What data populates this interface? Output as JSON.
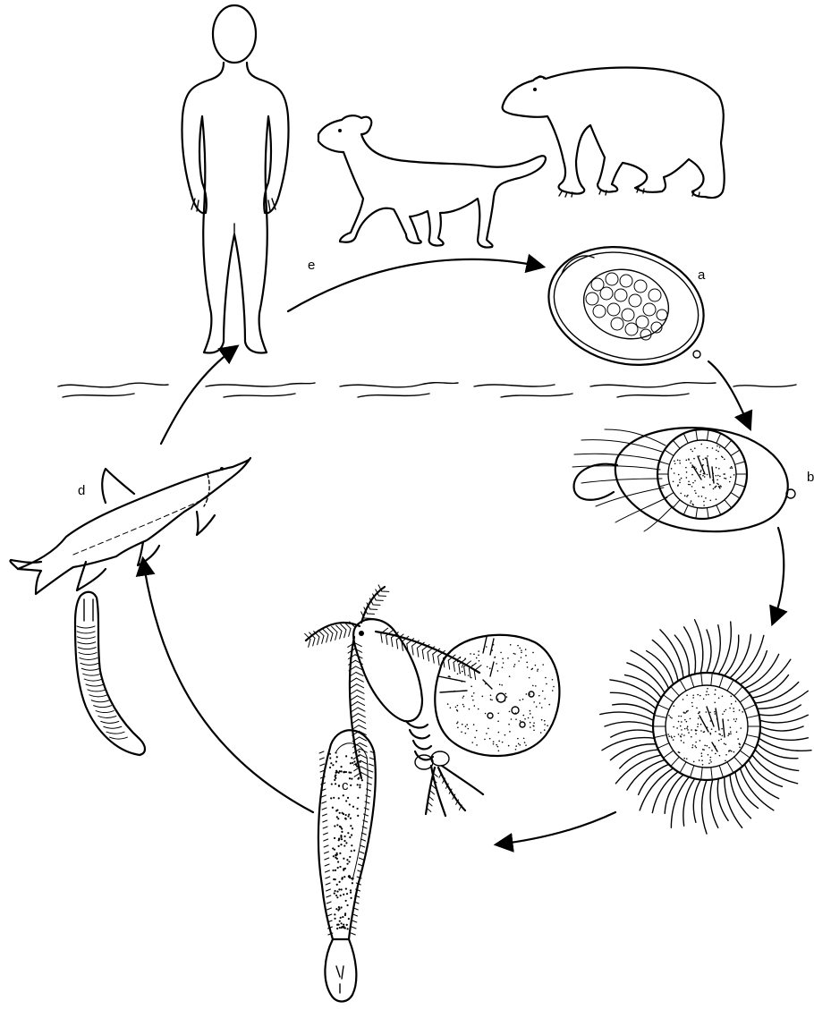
{
  "labels": {
    "a": "a",
    "b": "b",
    "c": "c",
    "d": "d",
    "e": "e"
  },
  "colors": {
    "ink": "#000000",
    "background": "#ffffff"
  }
}
